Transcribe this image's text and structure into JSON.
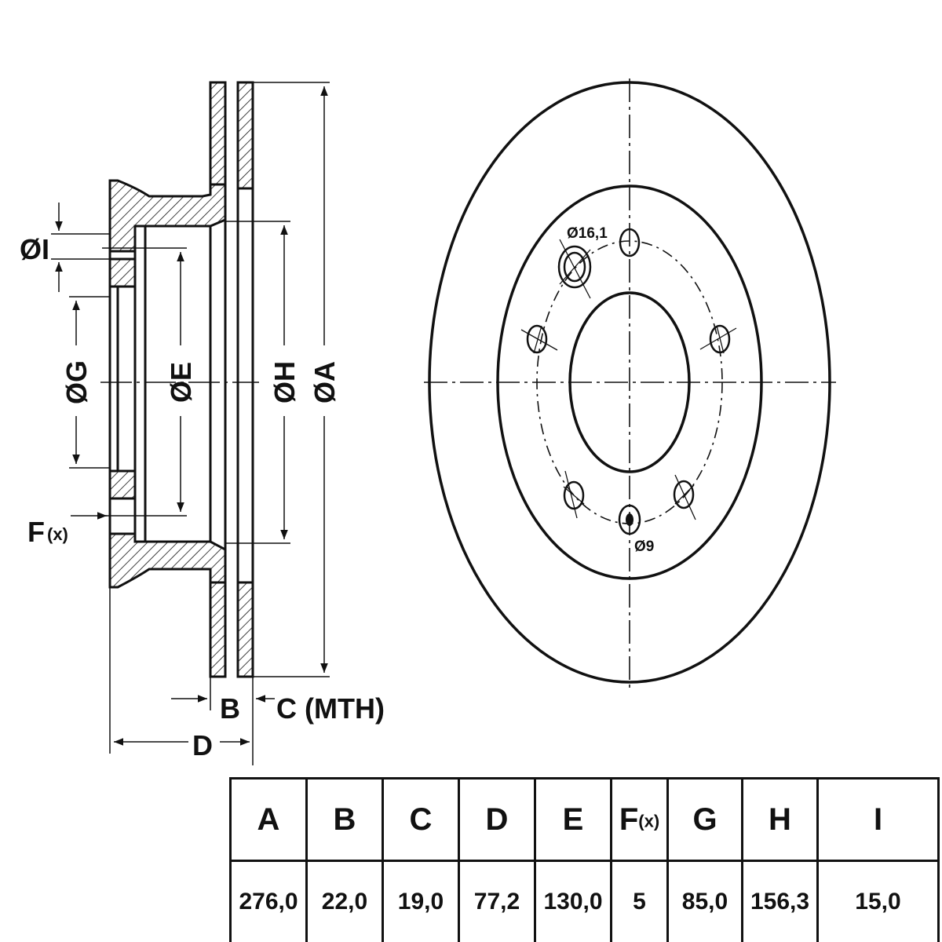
{
  "side_view": {
    "labels": {
      "I": "ØI",
      "G": "ØG",
      "E": "ØE",
      "H": "ØH",
      "A": "ØA",
      "F": "F",
      "F_sub": "(x)",
      "B": "B",
      "C": "C (MTH)",
      "D": "D"
    }
  },
  "front_view": {
    "hole_large_label": "Ø16,1",
    "hole_small_label": "Ø9",
    "bolt_holes": 7
  },
  "table": {
    "headers": [
      "A",
      "B",
      "C",
      "D",
      "E",
      "F",
      "G",
      "H",
      "I"
    ],
    "f_sub": "(x)",
    "values": [
      "276,0",
      "22,0",
      "19,0",
      "77,2",
      "130,0",
      "5",
      "85,0",
      "156,3",
      "15,0"
    ]
  }
}
